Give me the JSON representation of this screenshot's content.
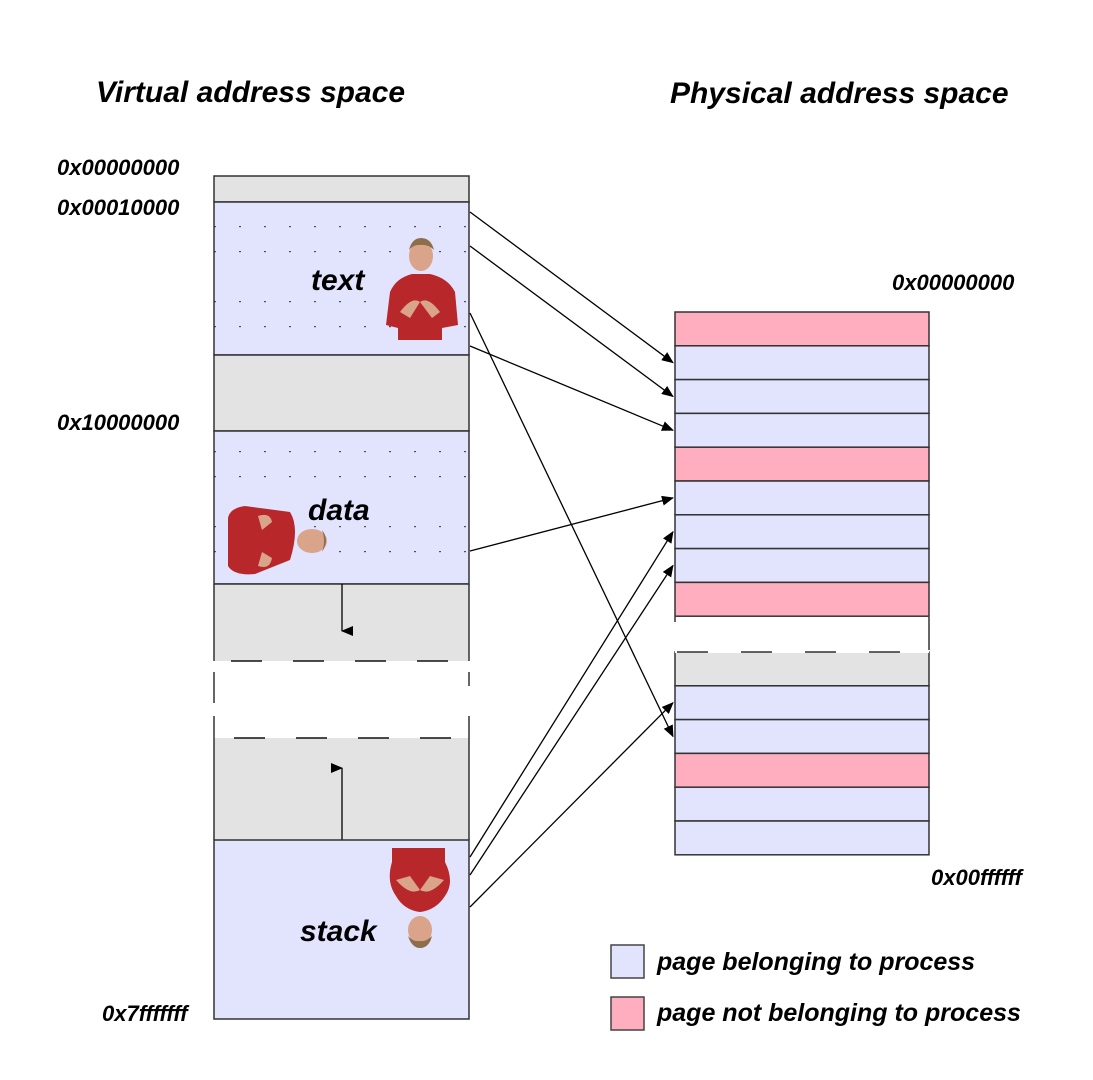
{
  "titles": {
    "virtual": "Virtual address space",
    "physical": "Physical address space"
  },
  "virtual_addresses": {
    "start": "0x00000000",
    "text_start": "0x00010000",
    "data_start": "0x10000000",
    "end": "0x7fffffff"
  },
  "physical_addresses": {
    "start": "0x00000000",
    "end": "0x00ffffff"
  },
  "segments": {
    "text": "text",
    "data": "data",
    "stack": "stack"
  },
  "colors": {
    "belonging": "#e2e3fd",
    "not_belonging": "#feaebf",
    "unused": "#e3e3e3",
    "border": "#333333"
  },
  "physical_pages_upper": [
    "not",
    "own",
    "own",
    "own",
    "not",
    "own",
    "own",
    "own",
    "not"
  ],
  "physical_pages_lower": [
    "unused",
    "own",
    "own",
    "not",
    "own",
    "own"
  ],
  "mappings": [
    {
      "from": "text",
      "to_page": "upper-1"
    },
    {
      "from": "text",
      "to_page": "upper-2"
    },
    {
      "from": "text",
      "to_page": "lower-2"
    },
    {
      "from": "text",
      "to_page": "upper-3"
    },
    {
      "from": "data",
      "to_page": "upper-5"
    },
    {
      "from": "stack",
      "to_page": "upper-6"
    },
    {
      "from": "stack",
      "to_page": "upper-7"
    },
    {
      "from": "stack",
      "to_page": "lower-1"
    }
  ],
  "legend": {
    "belonging": "page belonging to process",
    "not_belonging": "page not belonging to process"
  }
}
